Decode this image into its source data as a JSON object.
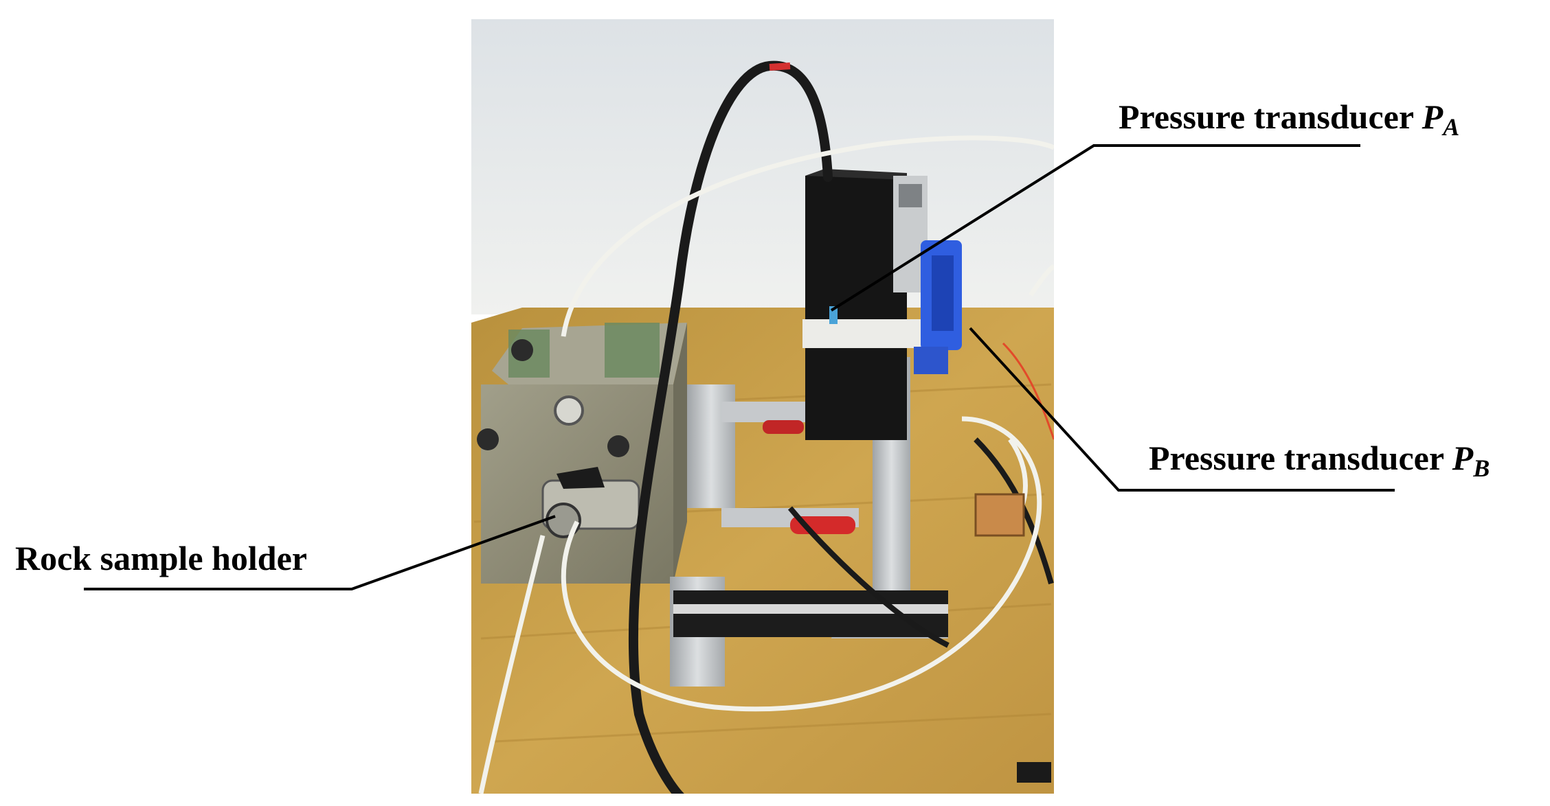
{
  "labels": {
    "pressure_transducer_a": {
      "text": "Pressure transducer ",
      "symbol": "P",
      "subscript": "A"
    },
    "pressure_transducer_b": {
      "text": "Pressure transducer ",
      "symbol": "P",
      "subscript": "B"
    },
    "rock_sample_holder": {
      "text": "Rock sample holder"
    }
  },
  "colors": {
    "background": "#ffffff",
    "wall": "#e9ecee",
    "bench_wood": "#c8a04a",
    "rock_holder_steel": "#8c8a78",
    "transducer_box": "#151515",
    "transducer_blue": "#2f5ee0",
    "clamp_handle_red": "#d42a2a",
    "aluminium_frame": "#c6c9cc",
    "tubing": "#f2f2ec",
    "cable_black": "#1a1a1a"
  }
}
